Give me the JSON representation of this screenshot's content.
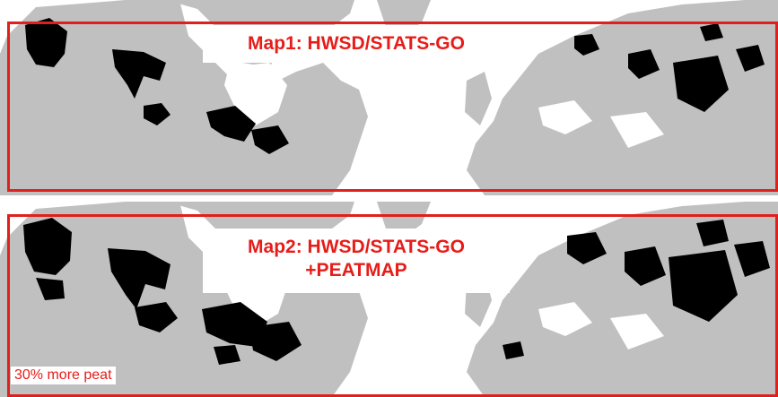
{
  "colors": {
    "land": "#c0c0c0",
    "peat": "#000000",
    "water": "#ffffff",
    "frame": "#e0201c",
    "title": "#e61d19"
  },
  "maps": [
    {
      "id": "map1",
      "title_line1": "Map1: HWSD/STATS-GO",
      "title_line2": "",
      "note": ""
    },
    {
      "id": "map2",
      "title_line1": "Map2: HWSD/STATS-GO",
      "title_line2": "+PEATMAP",
      "note": "30% more peat"
    }
  ]
}
